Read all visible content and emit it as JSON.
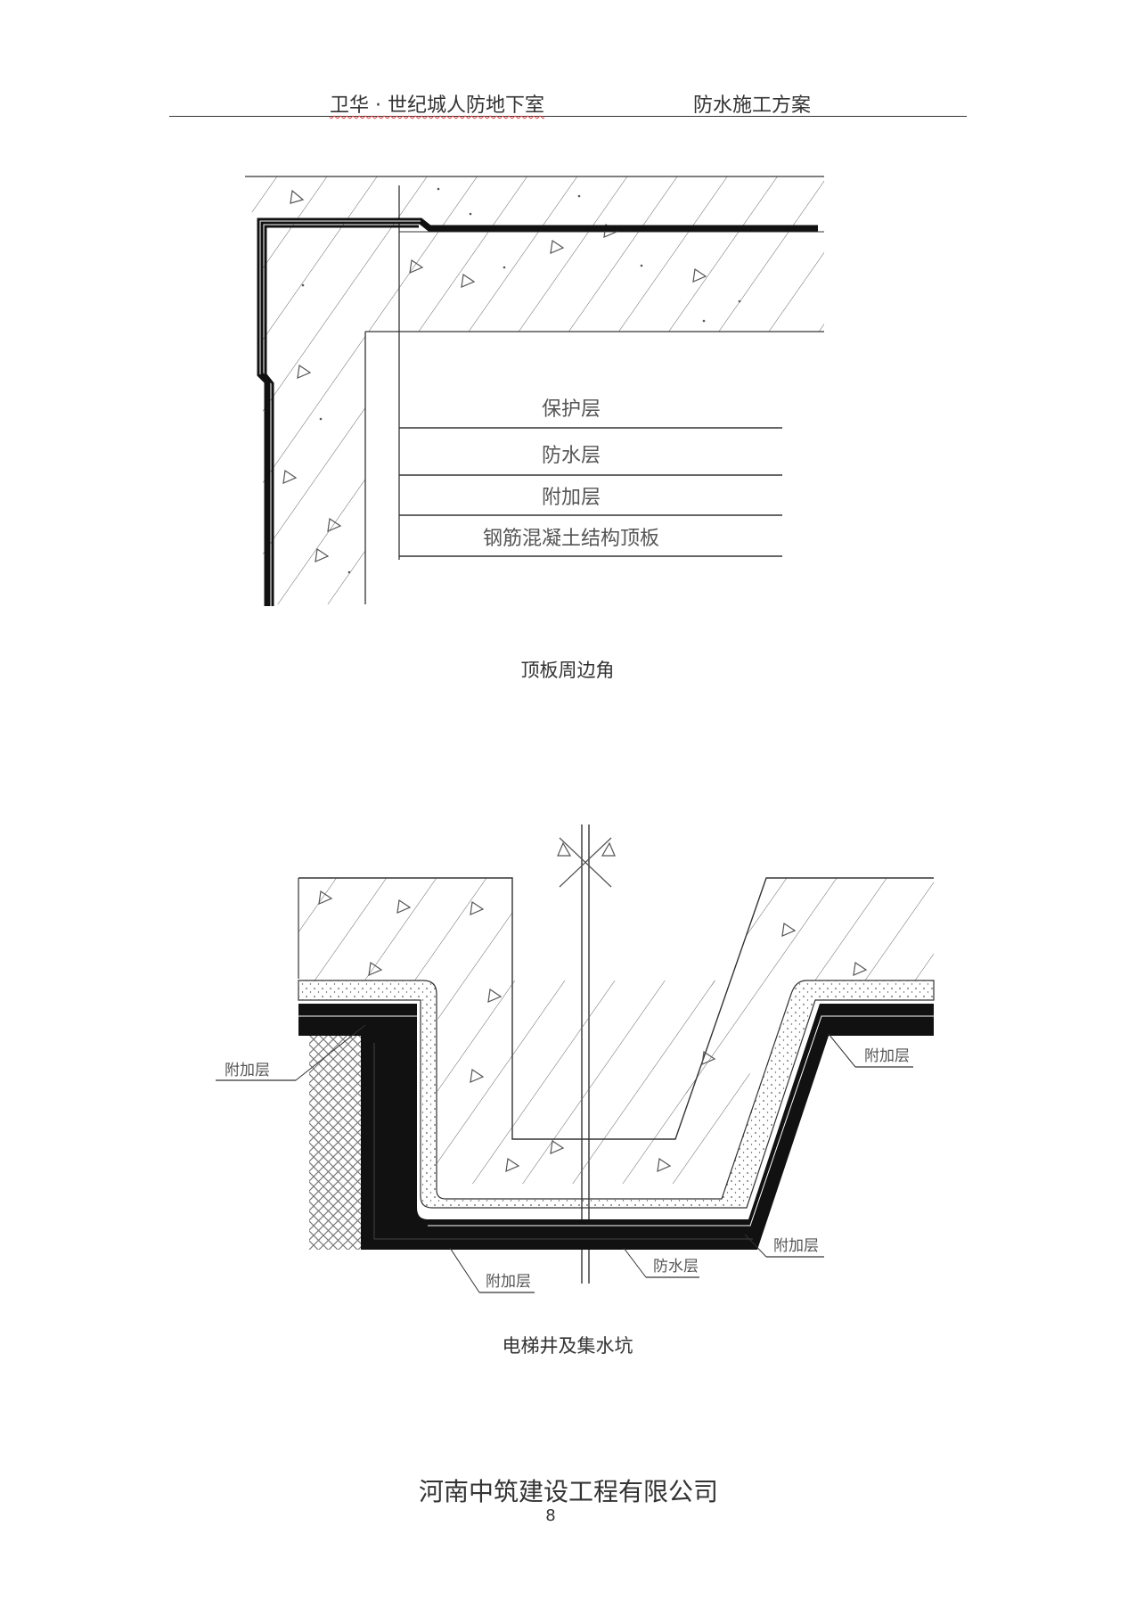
{
  "header": {
    "project": "卫华 · 世纪城人防地下室",
    "doc_title": "防水施工方案"
  },
  "figure1": {
    "caption": "顶板周边角",
    "layers": [
      "保护层",
      "防水层",
      "附加层",
      "钢筋混凝土结构顶板"
    ]
  },
  "figure2": {
    "caption": "电梯井及集水坑",
    "labels": {
      "left_additional": "附加层",
      "right_additional": "附加层",
      "right_lower_additional": "附加层",
      "bottom_additional": "附加层",
      "bottom_waterproof": "防水层"
    }
  },
  "footer": {
    "company": "河南中筑建设工程有限公司",
    "page_number": "8"
  }
}
